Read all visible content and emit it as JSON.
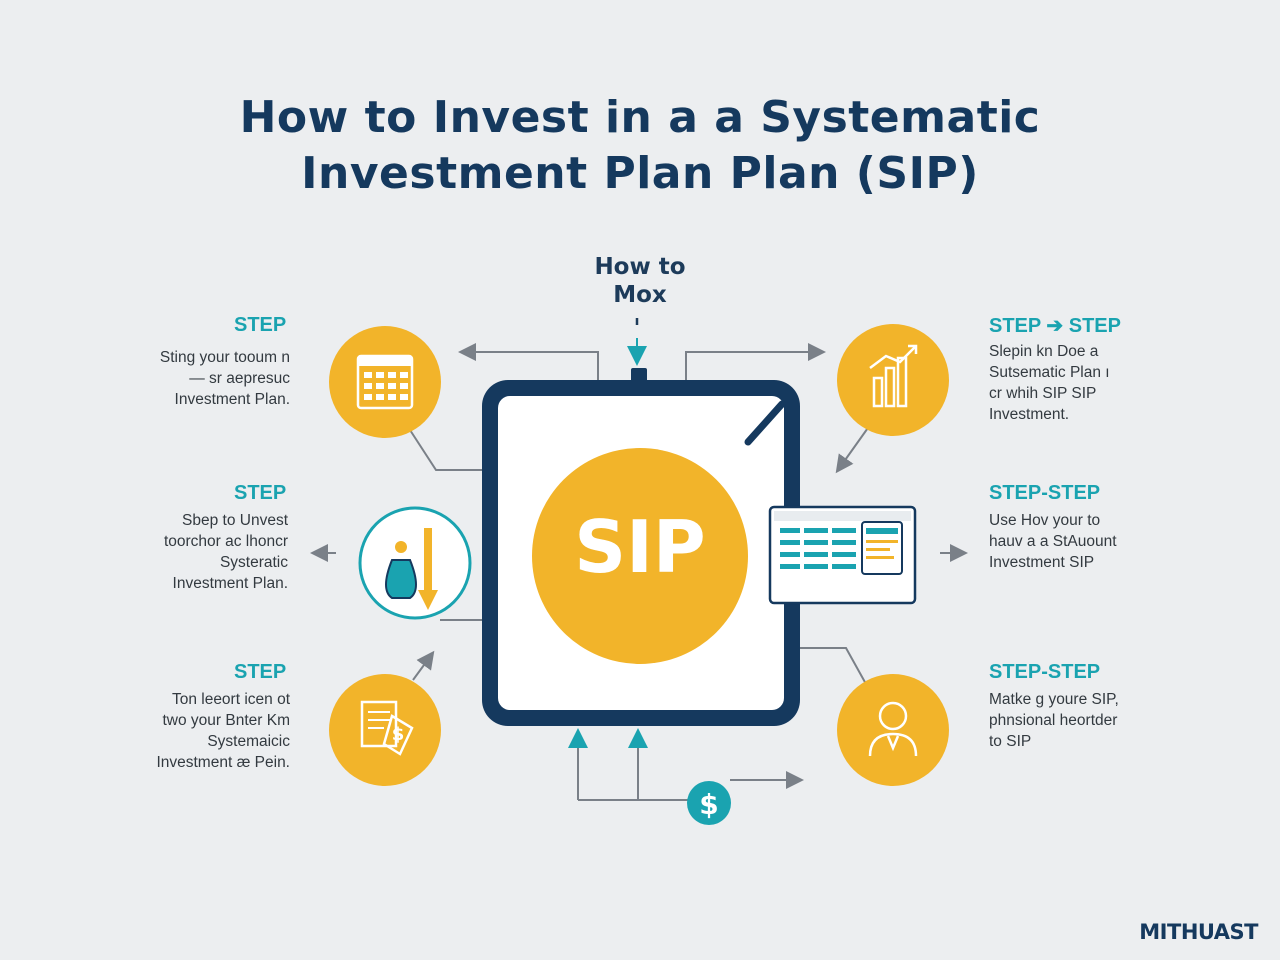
{
  "title": {
    "line1": "How to Invest in a a Systematic",
    "line2": "Investment Plan Plan (SIP)"
  },
  "center_top_label": {
    "line1": "How to",
    "line2": "Mox"
  },
  "center_badge": "SIP",
  "steps": [
    {
      "side": "left",
      "label": "STEP",
      "lines": [
        "Sting your tooum n",
        "— sr aepresuc",
        "Investment Plan."
      ],
      "icon": "calendar-icon"
    },
    {
      "side": "left",
      "label": "STEP",
      "lines": [
        "Sbep to Unvest",
        "toorchor ac lhoncr",
        "Systeratic",
        "Investment Plan."
      ],
      "icon": "money-bag-icon"
    },
    {
      "side": "left",
      "label": "STEP",
      "lines": [
        "Ton leeort icen ot",
        "two your Bnter Km",
        "Systemaicic",
        "Investment æ Pein."
      ],
      "icon": "dollar-document-icon"
    },
    {
      "side": "right",
      "label": "STEP ➔ STEP",
      "lines": [
        "Slepin kn Doe a",
        "Sutsematic Plan ı",
        "cr whih SIP SIP",
        "Investment."
      ],
      "icon": "growth-chart-icon"
    },
    {
      "side": "right",
      "label": "STEP-STEP",
      "lines": [
        "Use Hov your to",
        "hauv a a StAuount",
        "Investment SIP"
      ],
      "icon": "screen-table-icon"
    },
    {
      "side": "right",
      "label": "STEP-STEP",
      "lines": [
        "Matke g youre SIP,",
        "phnsional heortder",
        "to SIP"
      ],
      "icon": "advisor-icon"
    }
  ],
  "watermark": "MITHUAST",
  "colors": {
    "navy": "#15395e",
    "teal": "#1aa3b0",
    "gold": "#f2b42a",
    "background": "#eceef0"
  }
}
